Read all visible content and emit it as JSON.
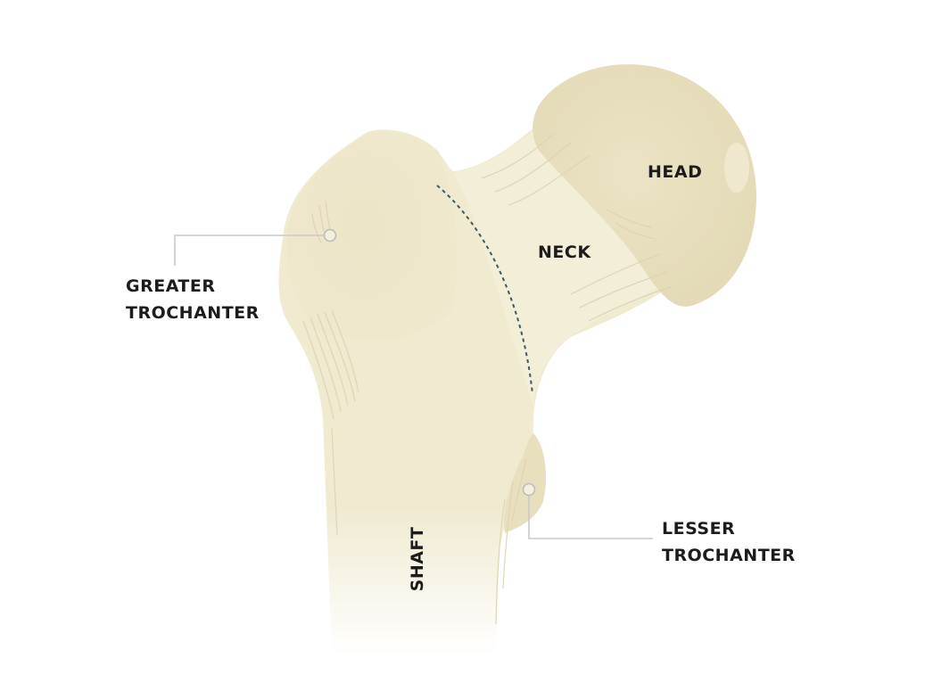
{
  "labels": {
    "head": "HEAD",
    "neck": "NECK",
    "greater_trochanter": [
      "GREATER",
      "TROCHANTER"
    ],
    "lesser_trochanter": [
      "LESSER",
      "TROCHANTER"
    ],
    "shaft": "SHAFT"
  },
  "colors": {
    "bone": "#f0ead0",
    "bone_shadow": "#e6dcbb",
    "bone_line": "#ddd3b1",
    "leader_line": "#c9c9c9",
    "dashed_line": "#3d5a66",
    "text": "#1c1c1c"
  }
}
